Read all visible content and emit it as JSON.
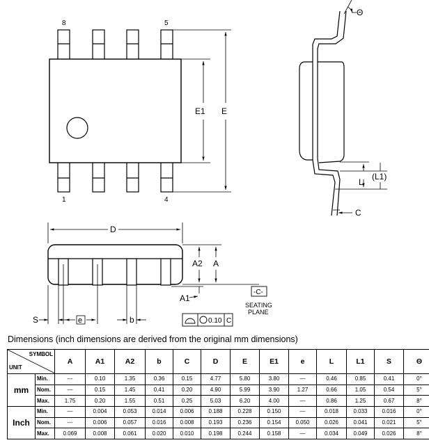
{
  "top_view": {
    "pin_8": "8",
    "pin_5": "5",
    "pin_1": "1",
    "pin_4": "4",
    "E1": "E1",
    "E": "E"
  },
  "side_view": {
    "theta": "Θ",
    "L": "L",
    "L1": "(L1)",
    "C": "C"
  },
  "front_view": {
    "D": "D",
    "A2": "A2",
    "A": "A",
    "A1": "A1",
    "S": "S",
    "e": "e",
    "b": "b"
  },
  "seating": {
    "datum": "-C-",
    "line1": "SEATING",
    "line2": "PLANE",
    "tolerance": "0.10",
    "ref": "C"
  },
  "caption": "Dimensions (inch dimensions are derived from the original mm dimensions)",
  "table": {
    "symbol_label": "SYMBOL",
    "unit_label": "UNIT",
    "columns": [
      "A",
      "A1",
      "A2",
      "b",
      "C",
      "D",
      "E",
      "E1",
      "e",
      "L",
      "L1",
      "S",
      "Θ"
    ],
    "groups": [
      {
        "unit": "mm",
        "rows": [
          {
            "label": "Min.",
            "values": [
              "---",
              "0.10",
              "1.35",
              "0.36",
              "0.15",
              "4.77",
              "5.80",
              "3.80",
              "—",
              "0.46",
              "0.85",
              "0.41",
              "0°"
            ]
          },
          {
            "label": "Nom.",
            "values": [
              "—",
              "0.15",
              "1.45",
              "0.41",
              "0.20",
              "4.90",
              "5.99",
              "3.90",
              "1.27",
              "0.66",
              "1.05",
              "0.54",
              "5°"
            ]
          },
          {
            "label": "Max.",
            "values": [
              "1.75",
              "0.20",
              "1.55",
              "0.51",
              "0.25",
              "5.03",
              "6.20",
              "4.00",
              "—",
              "0.86",
              "1.25",
              "0.67",
              "8°"
            ]
          }
        ]
      },
      {
        "unit": "Inch",
        "rows": [
          {
            "label": "Min.",
            "values": [
              "—",
              "0.004",
              "0.053",
              "0.014",
              "0.006",
              "0.188",
              "0.228",
              "0.150",
              "—",
              "0.018",
              "0.033",
              "0.016",
              "0°"
            ]
          },
          {
            "label": "Nom.",
            "values": [
              "---",
              "0.006",
              "0.057",
              "0.016",
              "0.008",
              "0.193",
              "0.236",
              "0.154",
              "0.050",
              "0.026",
              "0.041",
              "0.021",
              "5°"
            ]
          },
          {
            "label": "Max.",
            "values": [
              "0.069",
              "0.008",
              "0.061",
              "0.020",
              "0.010",
              "0.198",
              "0.244",
              "0.158",
              "—",
              "0.034",
              "0.049",
              "0.026",
              "8°"
            ]
          }
        ]
      }
    ]
  }
}
